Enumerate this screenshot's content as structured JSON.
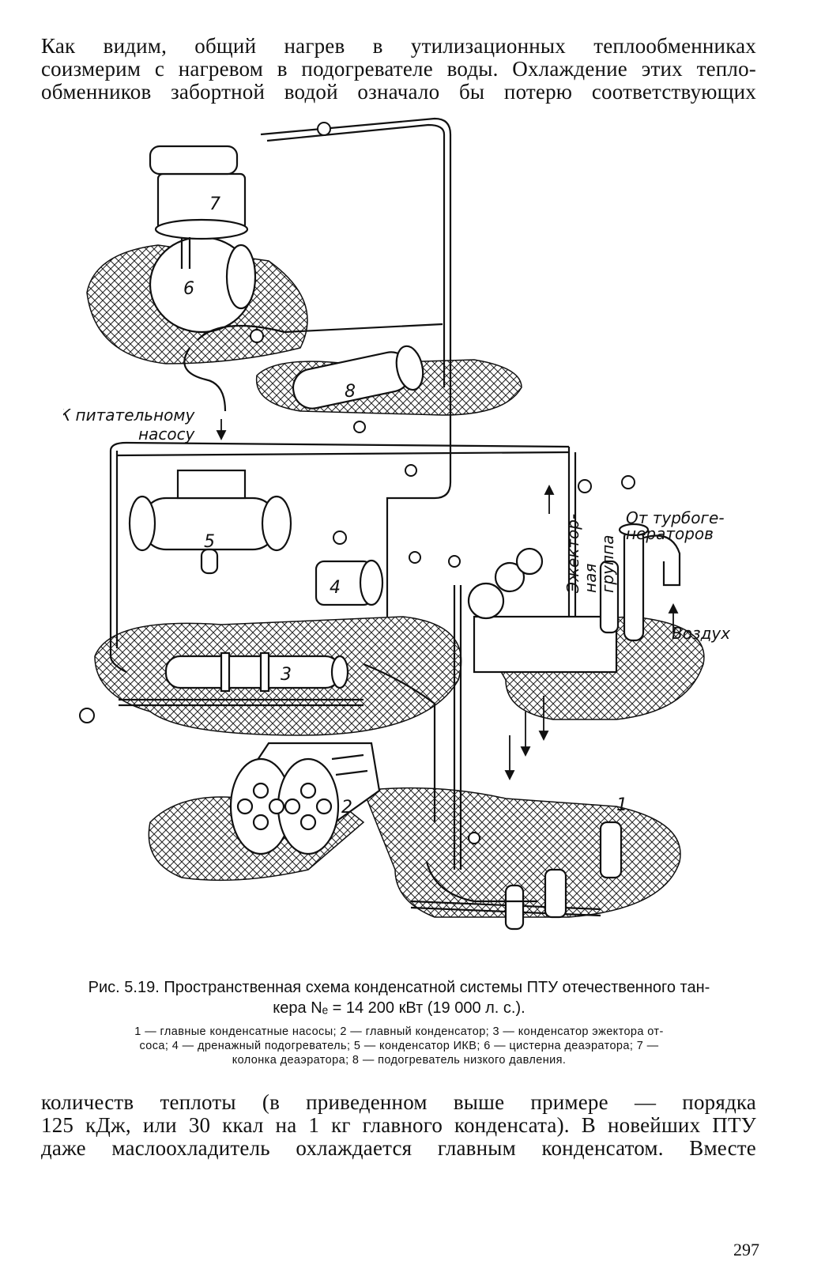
{
  "paragraph_top": [
    "Как видим, общий нагрев в утилизационных теплообменниках",
    "соизмерим с нагревом в подогревателе воды. Охлаждение этих тепло-",
    "обменников забортной водой означало бы потерю соответствующих"
  ],
  "figure": {
    "labels": {
      "to_feed_pump_1": "К питательному",
      "to_feed_pump_2": "насосу",
      "ejector_group_1": "Эжектор-",
      "ejector_group_2": "ная",
      "ejector_group_3": "группа",
      "from_turbogen_1": "От турбоге-",
      "from_turbogen_2": "нераторов",
      "air": "Воздух"
    },
    "numbers": [
      "1",
      "2",
      "3",
      "4",
      "5",
      "6",
      "7",
      "8"
    ]
  },
  "caption": {
    "line1": "Рис. 5.19. Пространственная схема конденсатной системы ПТУ отечественного тан-",
    "line2": "кера Nₑ = 14 200 кВт (19 000 л. с.)."
  },
  "legend": {
    "line1": "1 — главные конденсатные насосы; 2 — главный конденсатор; 3 — конденсатор эжектора от-",
    "line2": "соса; 4 — дренажный подогреватель; 5 — конденсатор ИКВ; 6 — цистерна деаэратора; 7 —",
    "line3": "колонка деаэратора; 8 — подогреватель низкого давления."
  },
  "paragraph_bottom": [
    "количеств теплоты (в приведенном выше примере — порядка",
    "125 кДж, или 30 ккал на 1 кг главного конденсата). В новейших ПТУ",
    "даже маслоохладитель охлаждается главным конденсатом. Вместе"
  ],
  "page_number": "297"
}
